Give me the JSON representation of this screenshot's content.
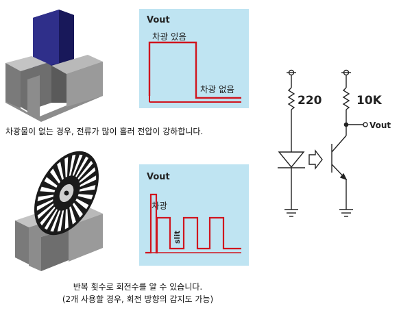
{
  "top_panel": {
    "scope_title": "Vout",
    "level_high": "차광 있음",
    "level_low": "차광 없음",
    "caption": "차광물이 없는 경우, 전류가 많이 흘러 전압이 강하합니다."
  },
  "bottom_panel": {
    "scope_title": "Vout",
    "shade_label": "차광",
    "slit_label": "slit",
    "caption_line1": "반복 횟수로 회전수를 알 수 있습니다.",
    "caption_line2": "(2개 사용할 경우, 회전 방향의 감지도 가능)"
  },
  "circuit": {
    "resistor_led": "220",
    "resistor_transistor": "10K",
    "output_label": "Vout"
  },
  "colors": {
    "scope_bg": "#bfe4f2",
    "waveform": "#d0141e",
    "sensor_gray": "#8c8c8c",
    "plate_blue": "#2f2f8a"
  }
}
